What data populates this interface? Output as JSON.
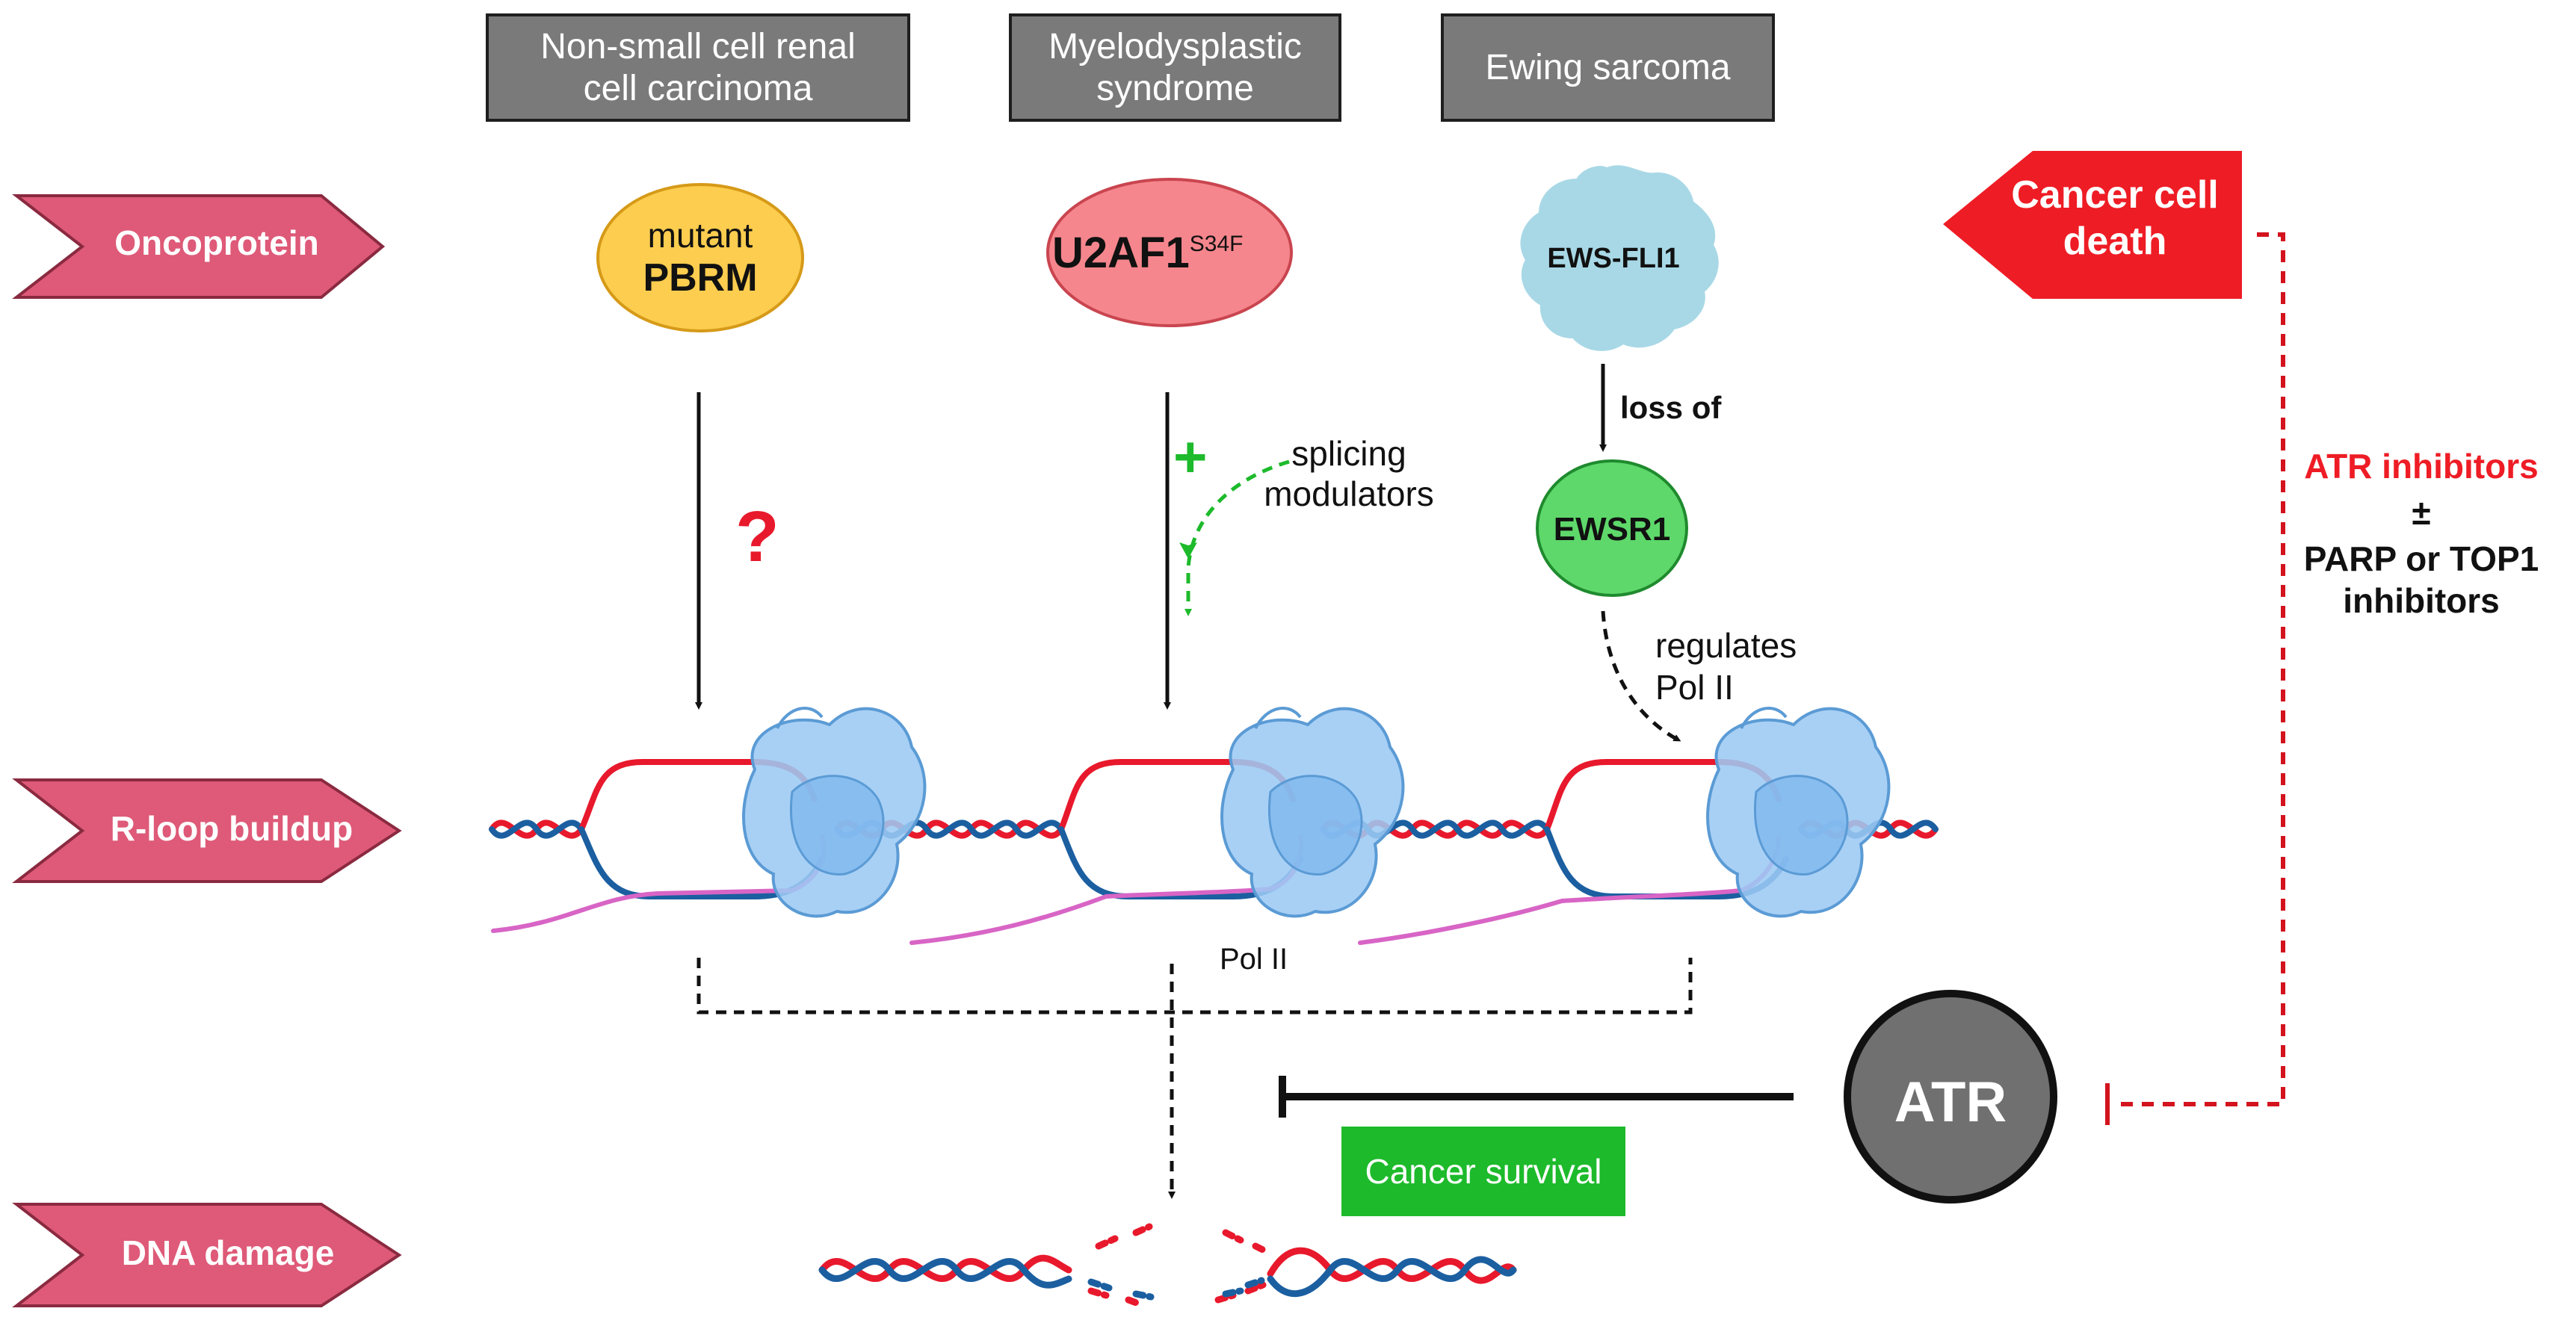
{
  "diseases": [
    {
      "line1": "Non-small cell renal",
      "line2": "cell carcinoma"
    },
    {
      "line1": "Myelodysplastic",
      "line2": "syndrome"
    },
    {
      "line1": "Ewing sarcoma",
      "line2": ""
    }
  ],
  "stages": {
    "oncoprotein": "Oncoprotein",
    "rloop": "R-loop buildup",
    "dna_damage": "DNA damage"
  },
  "oncoproteins": {
    "pbrm_line1": "mutant",
    "pbrm_line2": "PBRM",
    "u2af1_name": "U2AF1",
    "u2af1_sup": "S34F",
    "ews_fli1": "EWS-FLI1",
    "ewsr1": "EWSR1"
  },
  "annotations": {
    "question": "?",
    "plus": "+",
    "splicing_line1": "splicing",
    "splicing_line2": "modulators",
    "loss_of": "loss of",
    "regulates_line1": "regulates",
    "regulates_line2": "Pol II",
    "pol2": "Pol II"
  },
  "right": {
    "death_line1": "Cancer cell",
    "death_line2": "death",
    "atr_inhibitors": "ATR inhibitors",
    "plus_minus": "±",
    "parp_line1": "PARP or TOP1",
    "parp_line2": "inhibitors",
    "atr": "ATR",
    "survival": "Cancer survival"
  },
  "colors": {
    "stage_fill": "#de5a78",
    "disease_box": "#7a7a7a",
    "pbrm": "#fccd4f",
    "u2af1": "#f6868d",
    "ews_fli1": "#a8d8e6",
    "ewsr1": "#5ed86a",
    "dna_red": "#e8192c",
    "dna_blue": "#1b5fa0",
    "rna_pink": "#d865c6",
    "pol2_blue": "#9ccaf4",
    "death_red": "#ee1c25",
    "survival_green": "#1dba2b",
    "atr_gray": "#707070"
  }
}
